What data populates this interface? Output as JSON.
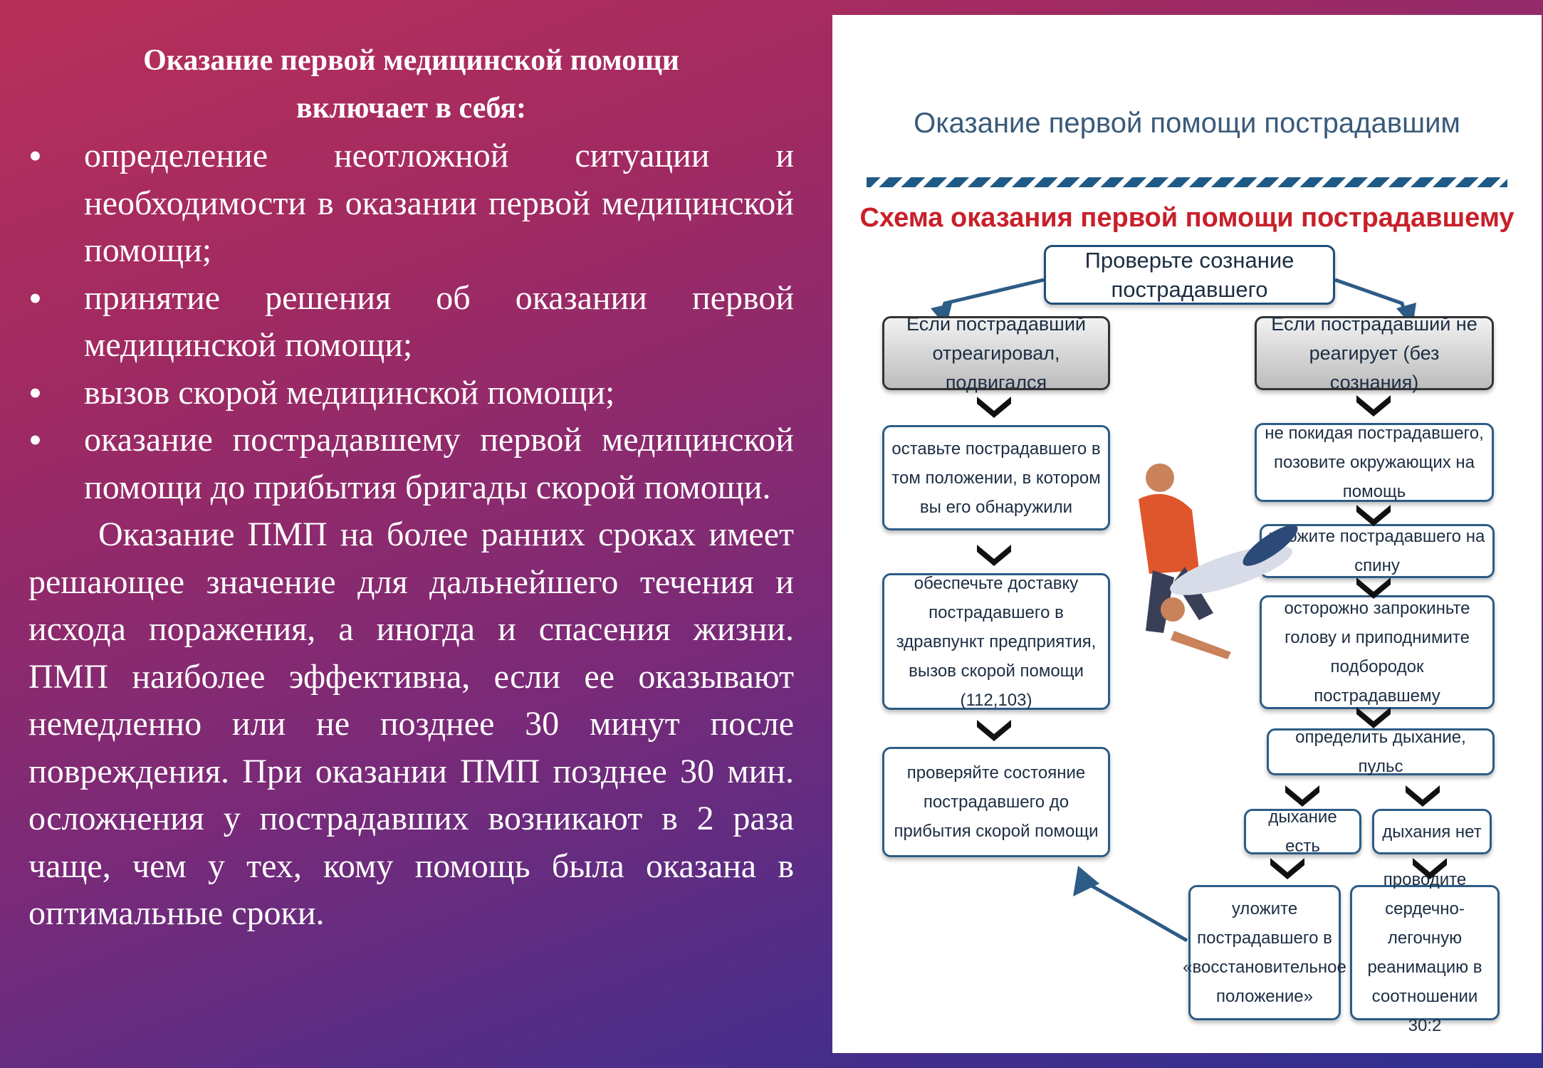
{
  "left": {
    "title_line1": "Оказание первой медицинской помощи",
    "title_line2": "включает в себя:",
    "bullets": [
      "определение неотложной ситуации и необходимости в оказании первой медицинской помощи;",
      "принятие решения об оказании первой медицинской помощи;",
      "вызов скорой медицинской помощи;",
      "оказание пострадавшему первой медицинской помощи до прибытия бригады скорой помощи."
    ],
    "paragraph": "Оказание ПМП на более ранних сроках имеет решающее значение для дальнейшего течения и исхода поражения, а иногда и спасения жизни. ПМП наиболее эффективна, если ее оказывают немедленно или не позднее 30 минут после повреждения. При оказании ПМП позднее 30 мин. осложнения у пострадавших возникают в 2 раза чаще, чем у тех, кому помощь была оказана в оптимальные сроки."
  },
  "diagram": {
    "heading": "Оказание первой помощи пострадавшим",
    "scheme_title": "Схема оказания первой помощи пострадавшему",
    "root": "Проверьте сознание пострадавшего",
    "left_branch": {
      "header": "Если пострадавший отреагировал, подвигался",
      "steps": [
        "оставьте пострадавшего в том положении, в котором вы его обнаружили",
        "обеспечьте доставку пострадавшего в здравпункт предприятия, вызов скорой помощи (112,103)",
        "проверяйте состояние пострадавшего до прибытия скорой помощи"
      ]
    },
    "right_branch": {
      "header": "Если пострадавший не реагирует (без сознания)",
      "steps": [
        "не покидая пострадавшего, позовите окружающих на помощь",
        "уложите пострадавшего на спину",
        "осторожно запрокиньте голову и приподнимите подбородок пострадавшему",
        "определить дыхание, пульс"
      ],
      "breathing_yes": "дыхание есть",
      "breathing_no": "дыхания нет",
      "yes_action": "уложите пострадавшего в «восстановительное положение»",
      "no_action": "проводите сердечно-легочную реанимацию в соотношении 30:2"
    },
    "colors": {
      "title_red": "#c8202a",
      "box_border": "#2d5c86",
      "header_blue": "#3a5a7a"
    }
  }
}
